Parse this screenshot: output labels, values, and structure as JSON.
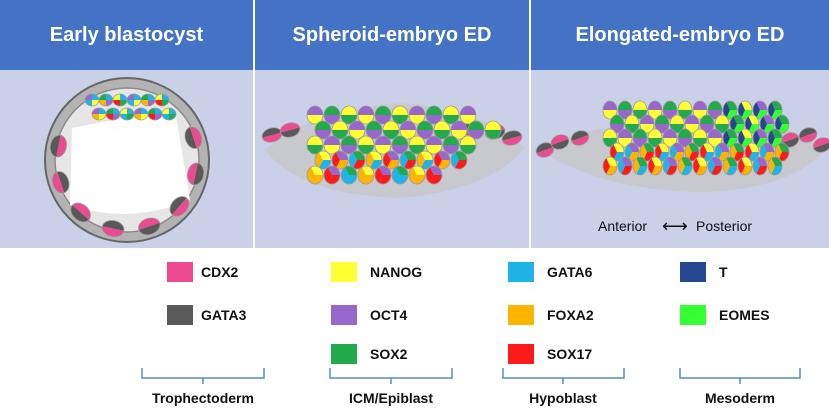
{
  "panels": [
    {
      "title": "Early blastocyst"
    },
    {
      "title": "Spheroid-embryo ED"
    },
    {
      "title": "Elongated-embryo ED"
    }
  ],
  "axis": {
    "anterior": "Anterior",
    "posterior": "Posterior",
    "arrow": "⟷"
  },
  "legend": {
    "items": [
      {
        "label": "CDX2",
        "color": "#ec4b8f"
      },
      {
        "label": "GATA3",
        "color": "#595959"
      },
      {
        "label": "NANOG",
        "color": "#ffff33"
      },
      {
        "label": "OCT4",
        "color": "#9966cc"
      },
      {
        "label": "SOX2",
        "color": "#22aa4d"
      },
      {
        "label": "GATA6",
        "color": "#1fb4e8"
      },
      {
        "label": "FOXA2",
        "color": "#ffb400"
      },
      {
        "label": "SOX17",
        "color": "#ff1a1a"
      },
      {
        "label": "T",
        "color": "#24478f"
      },
      {
        "label": "EOMES",
        "color": "#33ff33"
      }
    ],
    "groups": [
      "Trophectoderm",
      "ICM/Epiblast",
      "Hypoblast",
      "Mesoderm"
    ]
  }
}
